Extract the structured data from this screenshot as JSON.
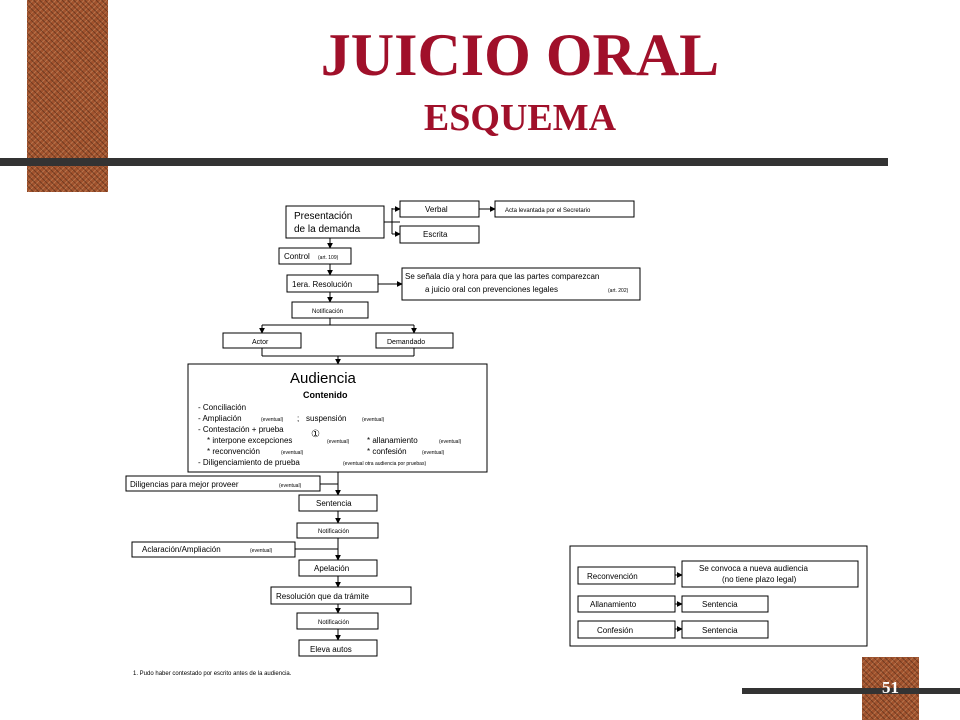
{
  "title": "JUICIO ORAL",
  "subtitle": "ESQUEMA",
  "page_number": "51",
  "flow": {
    "presentacion_line1": "Presentación",
    "presentacion_line2": "de la demanda",
    "verbal": "Verbal",
    "acta": "Acta levantada por el Secretario",
    "escrita": "Escrita",
    "control": "Control",
    "control_art": "(art. 109)",
    "primera_resolucion": "1era. Resolución",
    "resolucion_note_line1": "Se señala día y hora para que las partes comparezcan",
    "resolucion_note_line2": "a juicio oral con prevenciones legales",
    "resolucion_note_art": "(art. 202)",
    "notificacion": "Notificación",
    "actor": "Actor",
    "demandado": "Demandado",
    "audiencia": "Audiencia",
    "contenido": "Contenido",
    "conciliacion": "- Conciliación",
    "ampliacion": "- Ampliación",
    "eventual": "(eventual)",
    "separator": ";",
    "suspension": "suspensión",
    "contestacion": "- Contestación + prueba",
    "footnote_marker": "①",
    "interpone": "* interpone excepciones",
    "allanamiento_item": "* allanamiento",
    "reconvencion_item": "* reconvención",
    "confesion_item": "* confesión",
    "diligenciamiento": "- Diligenciamiento de prueba",
    "diligenciamiento_note": "(eventual otra audiencia por pruebas)",
    "diligencias": "Diligencias para mejor proveer",
    "sentencia": "Sentencia",
    "aclaracion": "Aclaración/Ampliación",
    "apelacion": "Apelación",
    "resolucion_tramite": "Resolución que da trámite",
    "eleva_autos": "Eleva autos",
    "footnote": "1.  Pudo haber contestado por escrito antes de la audiencia."
  },
  "legend": {
    "reconvencion": "Reconvención",
    "nueva_audiencia_line1": "Se convoca a nueva audiencia",
    "nueva_audiencia_line2": "(no tiene plazo legal)",
    "allanamiento": "Allanamiento",
    "confesion": "Confesión",
    "sentencia": "Sentencia"
  },
  "colors": {
    "title": "#a0102a",
    "texture": "#a0522d",
    "rule": "#333333"
  }
}
